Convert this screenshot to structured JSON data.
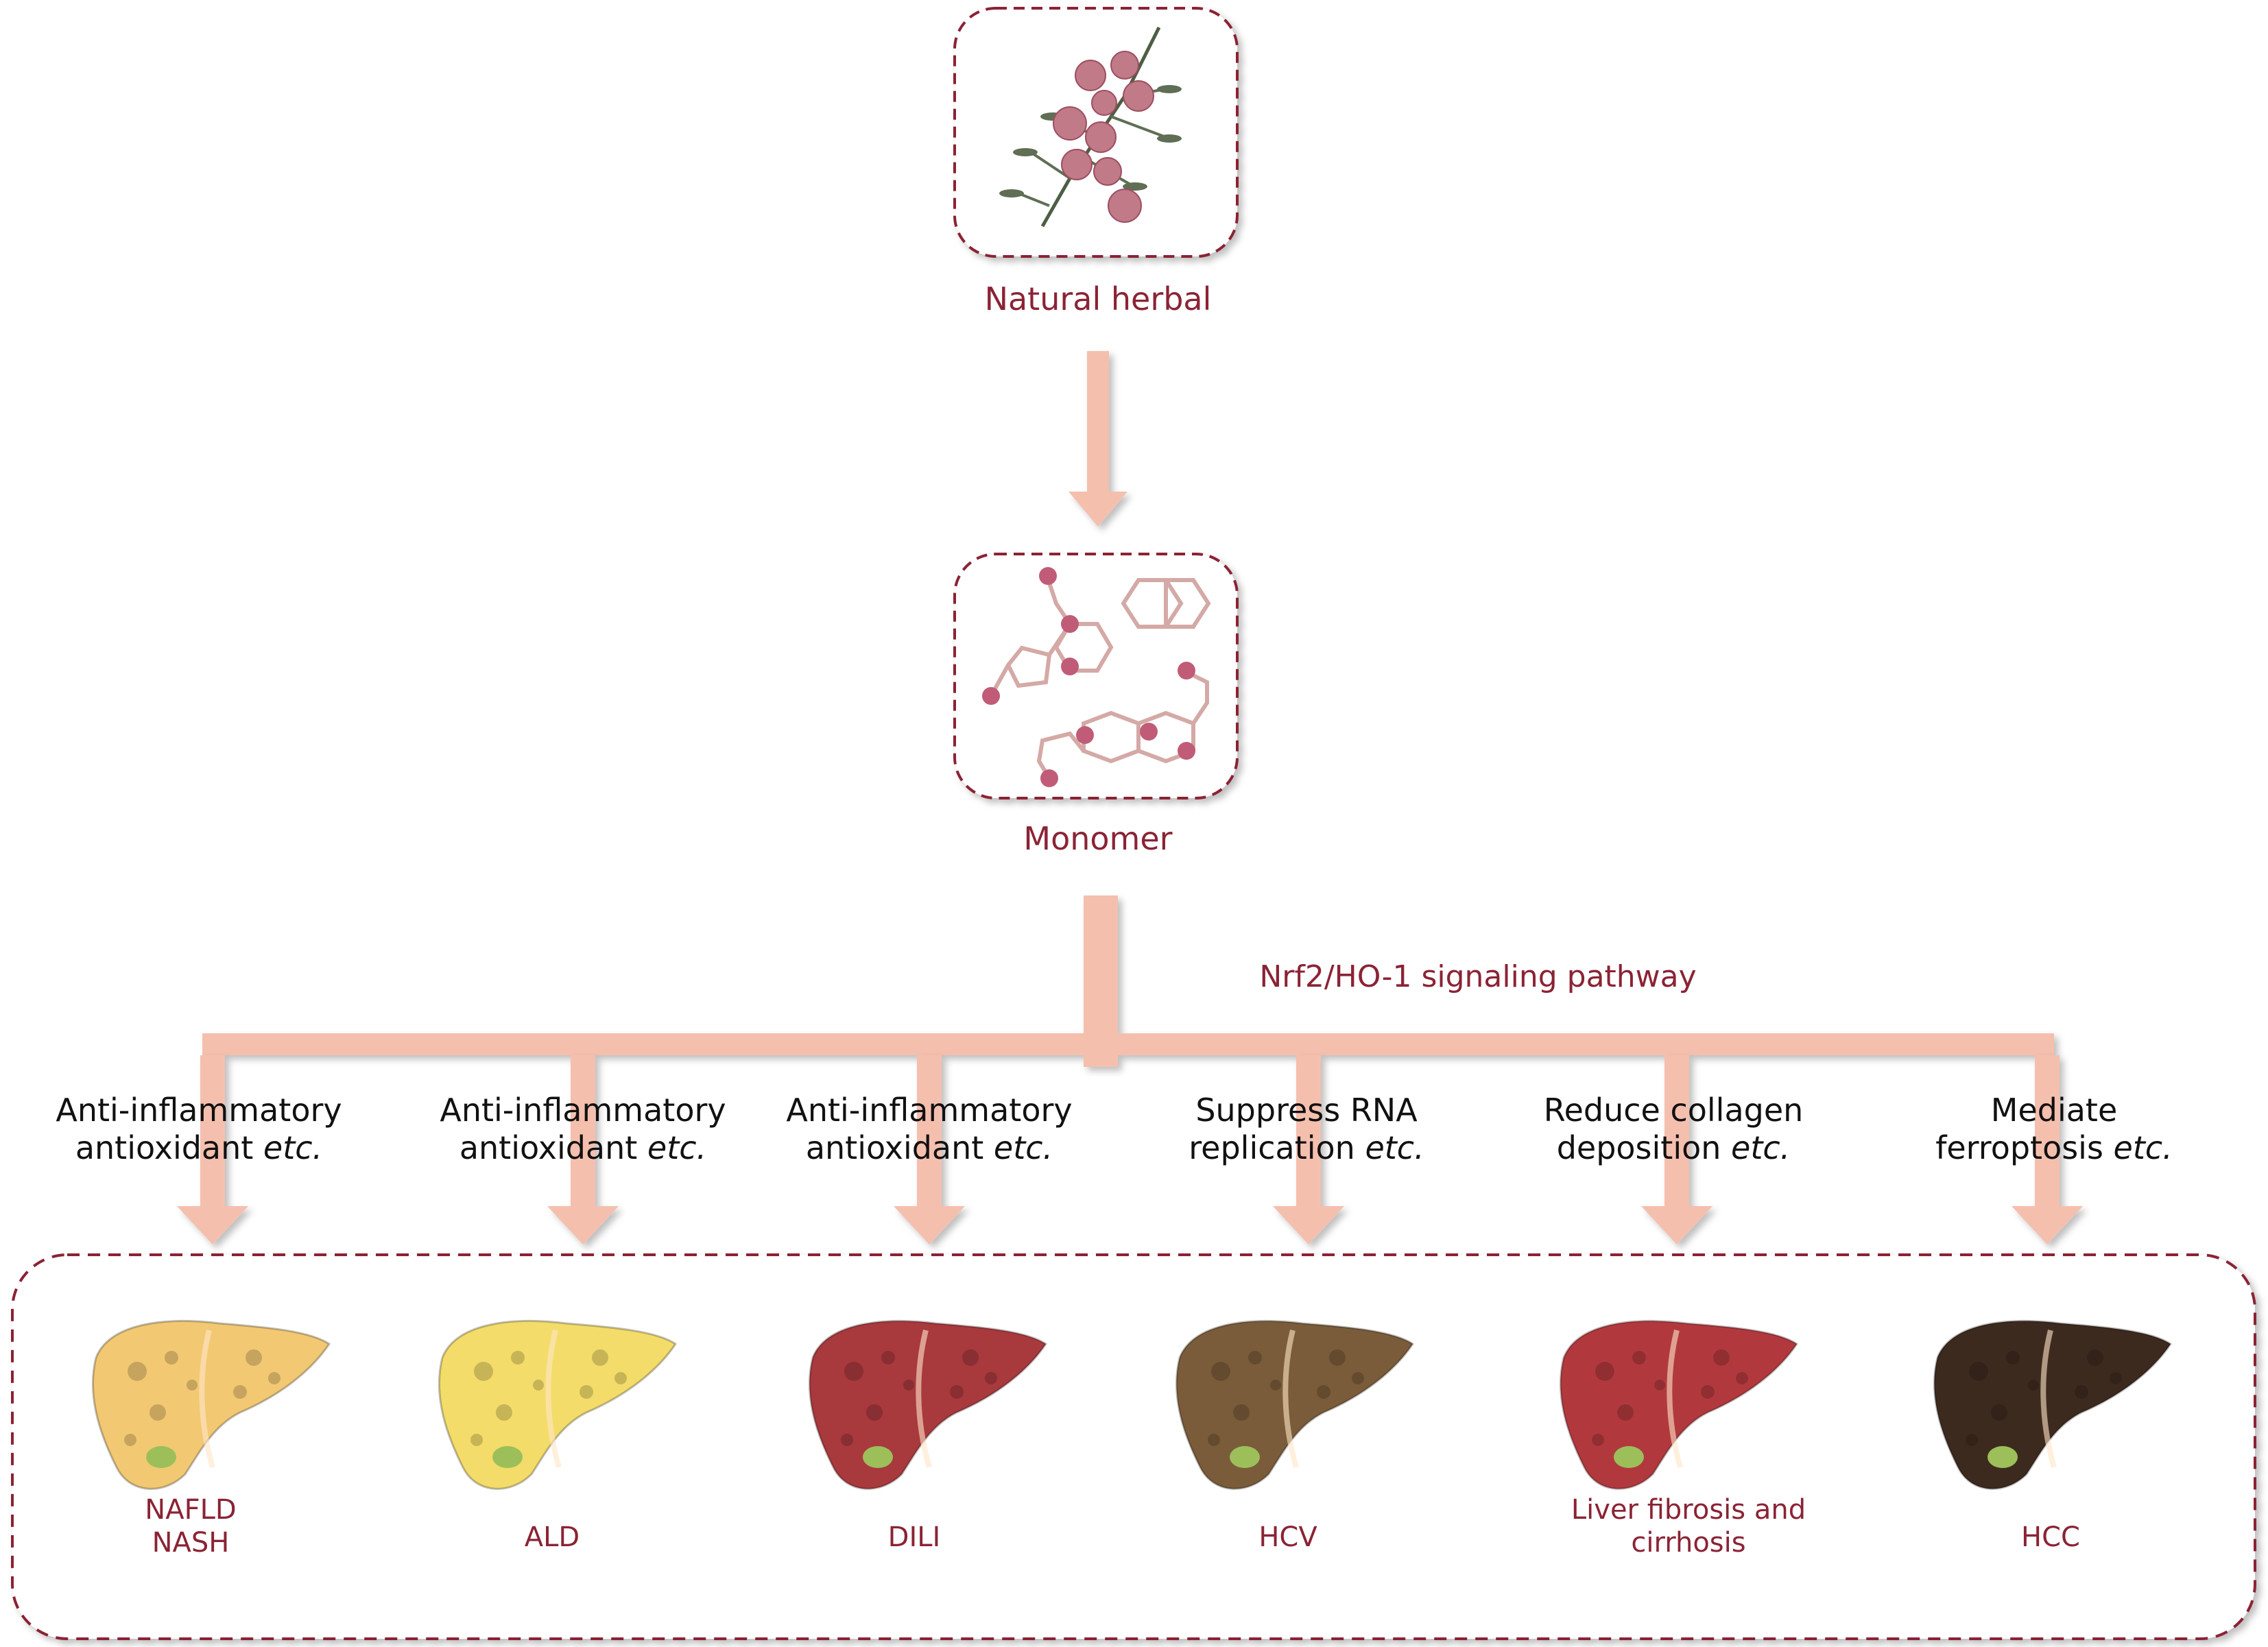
{
  "top": {
    "herb_label": "Natural herbal",
    "monomer_label": "Monomer"
  },
  "pathway_label": "Nrf2/HO-1 signaling pathway",
  "effects": [
    {
      "line1": "Anti-inflammatory",
      "line2": "antioxidant",
      "etc": "etc."
    },
    {
      "line1": "Anti-inflammatory",
      "line2": "antioxidant",
      "etc": "etc."
    },
    {
      "line1": "Anti-inflammatory",
      "line2": "antioxidant",
      "etc": "etc."
    },
    {
      "line1": "Suppress RNA",
      "line2": "replication",
      "etc": "etc."
    },
    {
      "line1": "Reduce collagen",
      "line2": "deposition",
      "etc": "etc."
    },
    {
      "line1": "Mediate",
      "line2": "ferroptosis",
      "etc": "etc."
    }
  ],
  "diseases": [
    {
      "line1": "NAFLD",
      "line2": "NASH",
      "liver_color": "#f2c873"
    },
    {
      "line1": "ALD",
      "line2": "",
      "liver_color": "#f3dc6a"
    },
    {
      "line1": "DILI",
      "line2": "",
      "liver_color": "#a8393d"
    },
    {
      "line1": "HCV",
      "line2": "",
      "liver_color": "#7a5c3a"
    },
    {
      "line1": "Liver fibrosis and",
      "line2": "cirrhosis",
      "liver_color": "#b1393e"
    },
    {
      "line1": "HCC",
      "line2": "",
      "liver_color": "#3d2a1f"
    }
  ],
  "colors": {
    "arrow": "#f5bfae",
    "accent": "#8b2335",
    "border": "#8b2335"
  }
}
